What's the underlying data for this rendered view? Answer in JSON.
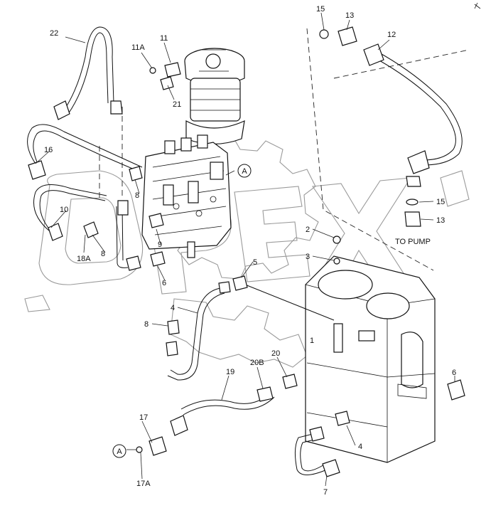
{
  "labels": {
    "p15a": "15",
    "p13a": "13",
    "p12": "12",
    "p22": "22",
    "p11": "11",
    "p11a": "11A",
    "p21": "21",
    "p16": "16",
    "p10": "10",
    "p18a": "18A",
    "p8a": "8",
    "p8b": "8",
    "p9": "9",
    "p6a": "6",
    "p15b": "15",
    "p13b": "13",
    "p2": "2",
    "p3": "3",
    "p5": "5",
    "p4a": "4",
    "p8c": "8",
    "p1": "1",
    "p6b": "6",
    "p19": "19",
    "p20b": "20B",
    "p20": "20",
    "p17": "17",
    "p17a": "17A",
    "p4b": "4",
    "p7": "7"
  },
  "marker_a_top": "A",
  "marker_a_bottom": "A",
  "to_pump": "TO PUMP",
  "watermark": "OPEX"
}
